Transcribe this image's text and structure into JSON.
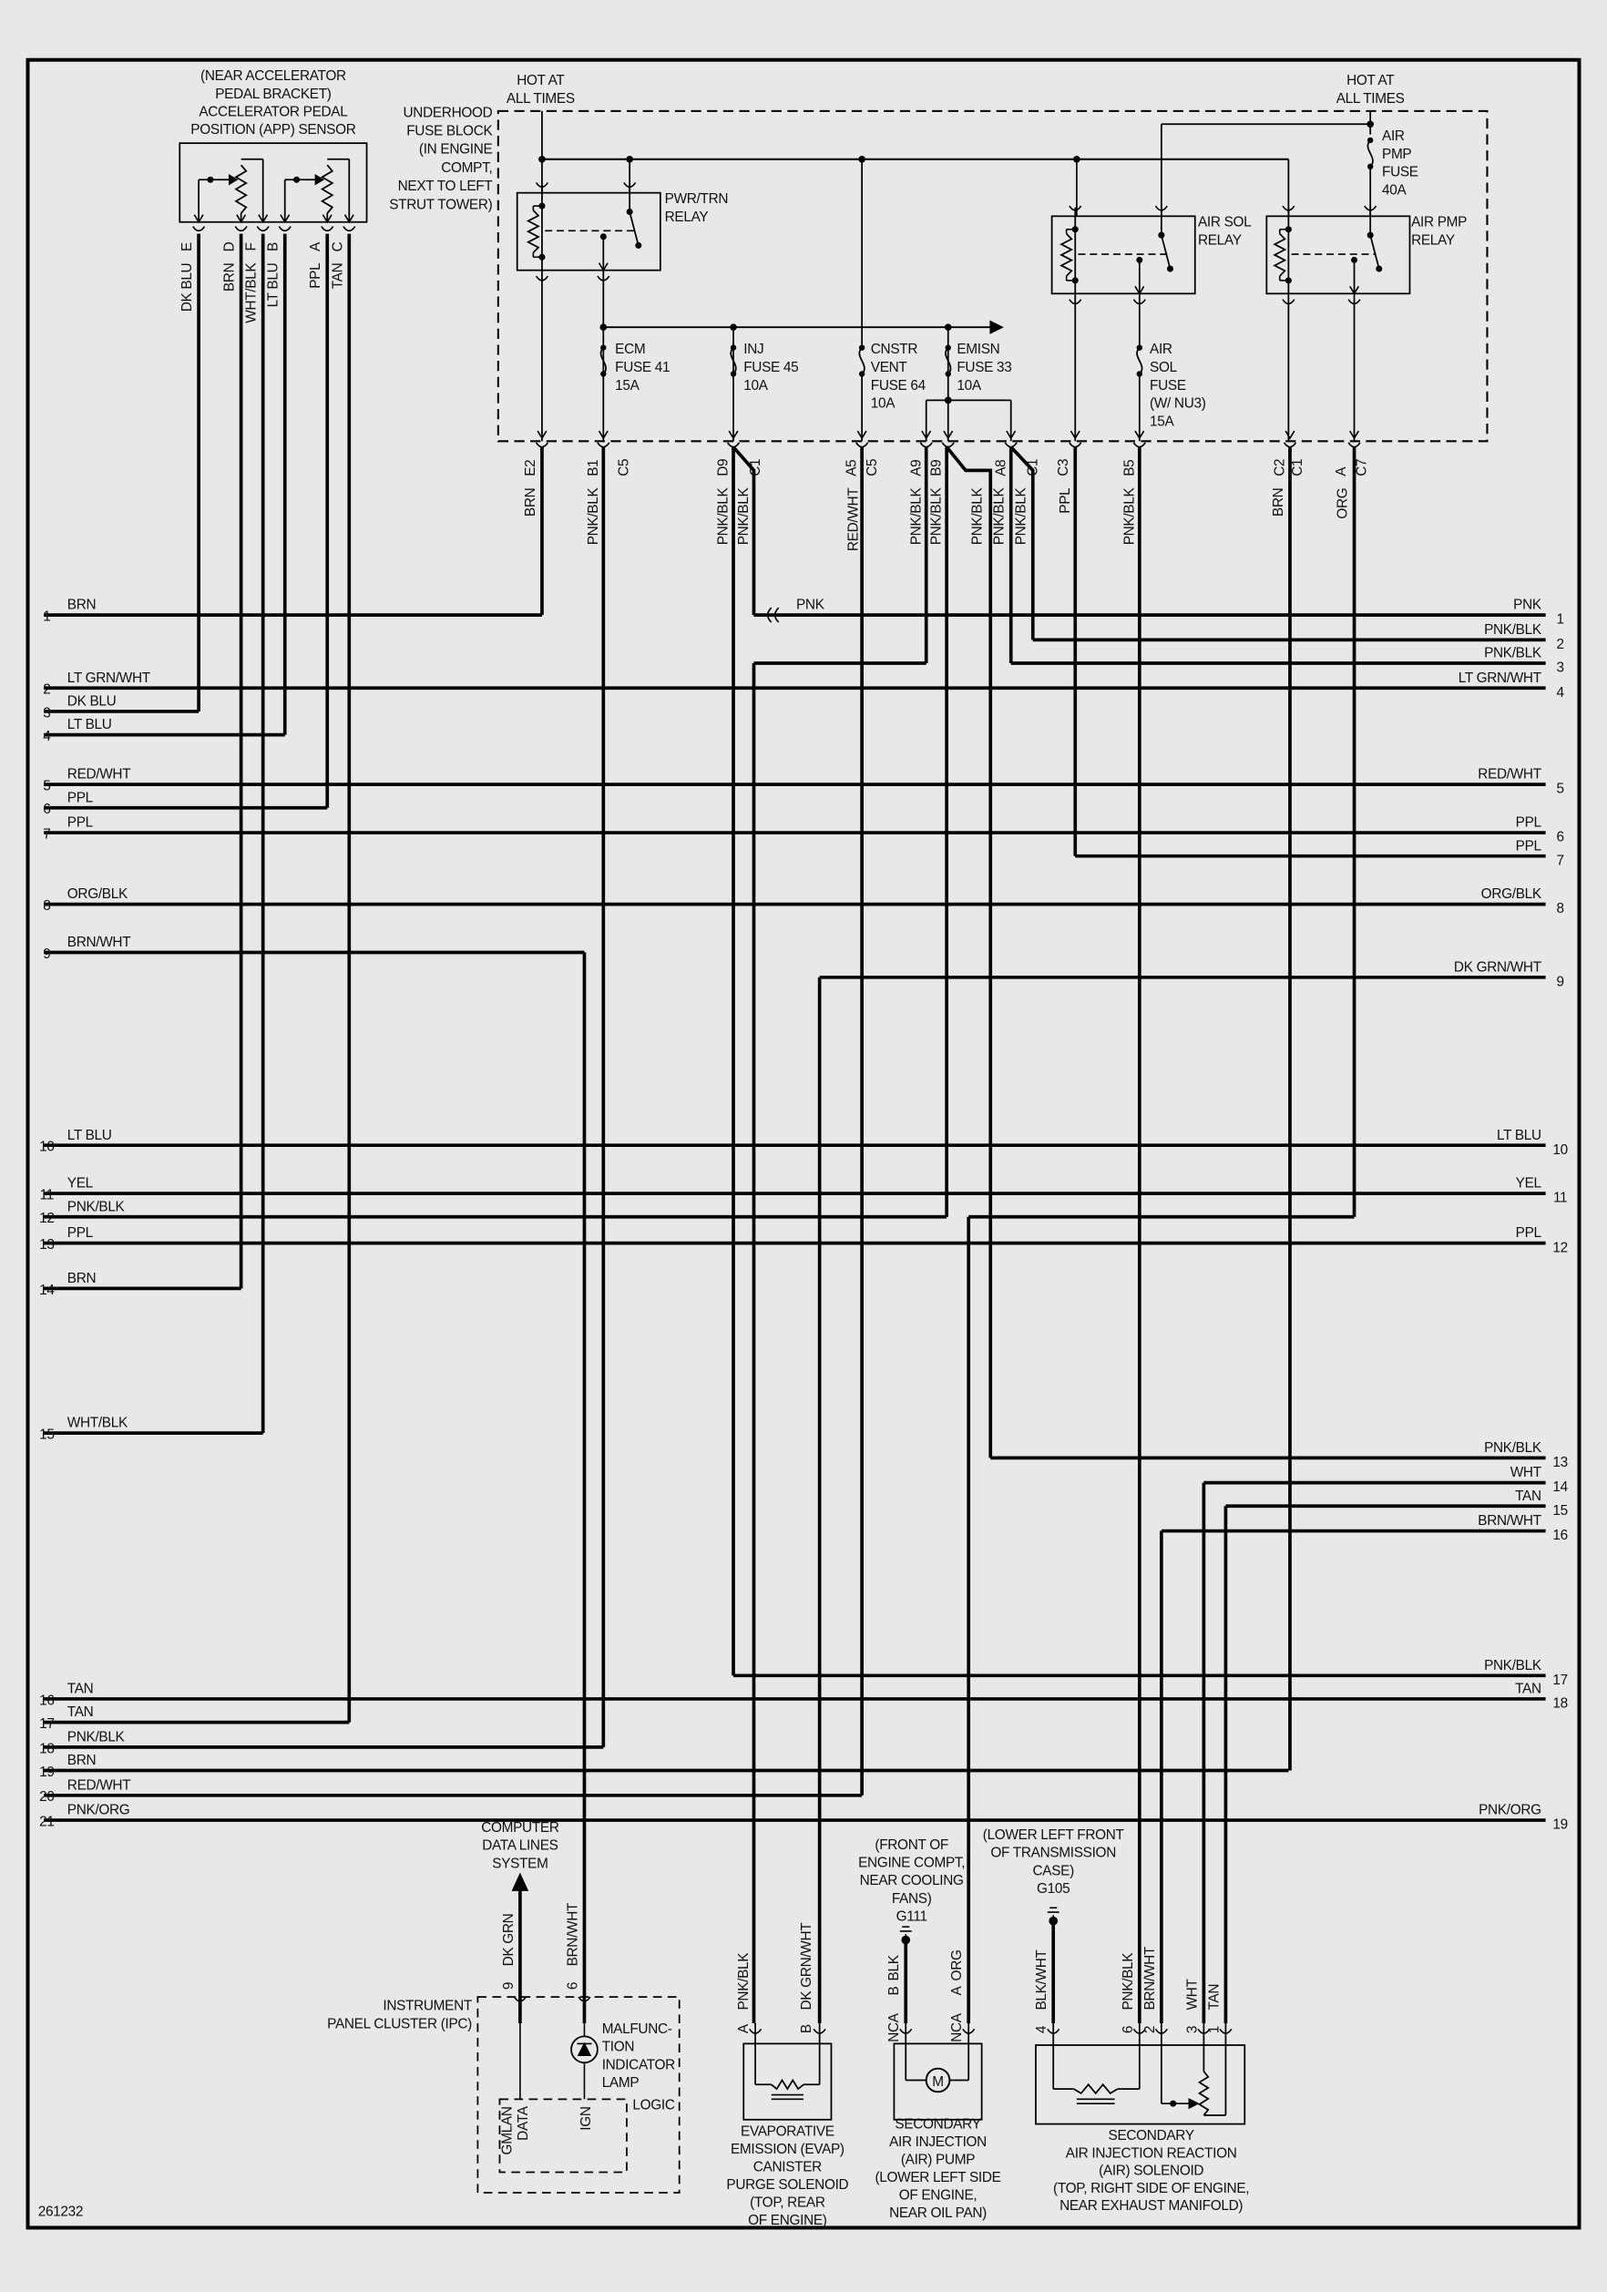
{
  "diagram_number": "261232",
  "app_sensor": {
    "title": [
      "(NEAR ACCELERATOR",
      "PEDAL BRACKET)",
      "ACCELERATOR PEDAL",
      "POSITION (APP) SENSOR"
    ],
    "pins": [
      {
        "pin": "E",
        "wire": "DK BLU"
      },
      {
        "pin": "D",
        "wire": "BRN"
      },
      {
        "pin": "F",
        "wire": "WHT/BLK"
      },
      {
        "pin": "B",
        "wire": "LT BLU"
      },
      {
        "pin": "A",
        "wire": "PPL"
      },
      {
        "pin": "C",
        "wire": "TAN"
      }
    ]
  },
  "fuse_block": {
    "title": [
      "UNDERHOOD",
      "FUSE BLOCK",
      "(IN ENGINE",
      "COMPT,",
      "NEXT TO LEFT",
      "STRUT TOWER)"
    ],
    "hot_left": [
      "HOT AT",
      "ALL TIMES"
    ],
    "hot_right": [
      "HOT AT",
      "ALL TIMES"
    ],
    "relays": [
      [
        "PWR/TRN",
        "RELAY"
      ],
      [
        "AIR SOL",
        "RELAY"
      ],
      [
        "AIR PMP",
        "RELAY"
      ]
    ],
    "fuses": [
      [
        "ECM",
        "FUSE 41",
        "15A"
      ],
      [
        "INJ",
        "FUSE 45",
        "10A"
      ],
      [
        "CNSTR",
        "VENT",
        "FUSE 64",
        "10A"
      ],
      [
        "EMISN",
        "FUSE 33",
        "10A"
      ],
      [
        "AIR",
        "SOL",
        "FUSE",
        "(W/ NU3)",
        "15A"
      ],
      [
        "AIR",
        "PMP",
        "FUSE",
        "40A"
      ]
    ],
    "pin_labels": [
      "E2",
      "B1",
      "C5",
      "D9",
      "C1",
      "A5",
      "C5",
      "A9",
      "B9",
      "A8",
      "C1",
      "C3",
      "B5",
      "C2",
      "C1",
      "A",
      "C7"
    ],
    "wire_labels": [
      "BRN",
      "PNK/BLK",
      "PNK/BLK",
      "PNK/BLK",
      "RED/WHT",
      "PNK/BLK",
      "PNK/BLK",
      "PNK/BLK",
      "PNK/BLK",
      "PNK/BLK",
      "PPL",
      "PNK/BLK",
      "BRN",
      "ORG"
    ]
  },
  "left_wires": [
    {
      "num": "1",
      "color": "BRN"
    },
    {
      "num": "2",
      "color": "LT GRN/WHT"
    },
    {
      "num": "3",
      "color": "DK BLU"
    },
    {
      "num": "4",
      "color": "LT BLU"
    },
    {
      "num": "5",
      "color": "RED/WHT"
    },
    {
      "num": "6",
      "color": "PPL"
    },
    {
      "num": "7",
      "color": "PPL"
    },
    {
      "num": "8",
      "color": "ORG/BLK"
    },
    {
      "num": "9",
      "color": "BRN/WHT"
    },
    {
      "num": "10",
      "color": "LT BLU"
    },
    {
      "num": "11",
      "color": "YEL"
    },
    {
      "num": "12",
      "color": "PNK/BLK"
    },
    {
      "num": "13",
      "color": "PPL"
    },
    {
      "num": "14",
      "color": "BRN"
    },
    {
      "num": "15",
      "color": "WHT/BLK"
    },
    {
      "num": "16",
      "color": "TAN"
    },
    {
      "num": "17",
      "color": "TAN"
    },
    {
      "num": "18",
      "color": "PNK/BLK"
    },
    {
      "num": "19",
      "color": "BRN"
    },
    {
      "num": "20",
      "color": "RED/WHT"
    },
    {
      "num": "21",
      "color": "PNK/ORG"
    }
  ],
  "right_wires": [
    {
      "num": "1",
      "color": "PNK"
    },
    {
      "num": "2",
      "color": "PNK/BLK"
    },
    {
      "num": "3",
      "color": "PNK/BLK"
    },
    {
      "num": "4",
      "color": "LT GRN/WHT"
    },
    {
      "num": "5",
      "color": "RED/WHT"
    },
    {
      "num": "6",
      "color": "PPL"
    },
    {
      "num": "7",
      "color": "PPL"
    },
    {
      "num": "8",
      "color": "ORG/BLK"
    },
    {
      "num": "9",
      "color": "DK GRN/WHT"
    },
    {
      "num": "10",
      "color": "LT BLU"
    },
    {
      "num": "11",
      "color": "YEL"
    },
    {
      "num": "12",
      "color": "PPL"
    },
    {
      "num": "13",
      "color": "PNK/BLK"
    },
    {
      "num": "14",
      "color": "WHT"
    },
    {
      "num": "15",
      "color": "TAN"
    },
    {
      "num": "16",
      "color": "BRN/WHT"
    },
    {
      "num": "17",
      "color": "PNK/BLK"
    },
    {
      "num": "18",
      "color": "TAN"
    },
    {
      "num": "19",
      "color": "PNK/ORG"
    }
  ],
  "splice_label": "PNK",
  "ipc": {
    "title": [
      "INSTRUMENT",
      "PANEL CLUSTER (IPC)"
    ],
    "dest": [
      "COMPUTER",
      "DATA LINES",
      "SYSTEM"
    ],
    "pins": [
      {
        "pin": "9",
        "wire": "DK GRN"
      },
      {
        "pin": "6",
        "wire": "BRN/WHT"
      }
    ],
    "lamp": [
      "MALFUNC-",
      "TION",
      "INDICATOR",
      "LAMP"
    ],
    "logic": "LOGIC",
    "logic_pins": [
      "GMLAN",
      "DATA",
      "IGN"
    ]
  },
  "evap": {
    "title": [
      "EVAPORATIVE",
      "EMISSION (EVAP)",
      "CANISTER",
      "PURGE SOLENOID",
      "(TOP, REAR",
      "OF ENGINE)"
    ],
    "pins": [
      {
        "pin": "A",
        "wire": "PNK/BLK"
      },
      {
        "pin": "B",
        "wire": "DK GRN/WHT"
      }
    ]
  },
  "air_pump": {
    "ground": [
      "(FRONT OF",
      "ENGINE COMPT,",
      "NEAR COOLING",
      "FANS)",
      "G111"
    ],
    "title": [
      "SECONDARY",
      "AIR INJECTION",
      "(AIR) PUMP",
      "(LOWER LEFT SIDE",
      "OF ENGINE,",
      "NEAR OIL PAN)"
    ],
    "pins": [
      {
        "pin": "B",
        "wire": "BLK",
        "nca": "NCA"
      },
      {
        "pin": "A",
        "wire": "ORG",
        "nca": "NCA"
      }
    ],
    "motor": "M"
  },
  "air_solenoid": {
    "ground": [
      "(LOWER LEFT FRONT",
      "OF TRANSMISSION",
      "CASE)",
      "G105"
    ],
    "title": [
      "SECONDARY",
      "AIR INJECTION REACTION",
      "(AIR) SOLENOID",
      "(TOP, RIGHT SIDE OF ENGINE,",
      "NEAR EXHAUST MANIFOLD)"
    ],
    "pins": [
      {
        "pin": "4",
        "wire": "BLK/WHT"
      },
      {
        "pin": "6",
        "wire": "PNK/BLK"
      },
      {
        "pin": "2",
        "wire": "BRN/WHT"
      },
      {
        "pin": "3",
        "wire": "WHT"
      },
      {
        "pin": "1",
        "wire": "TAN"
      }
    ]
  }
}
